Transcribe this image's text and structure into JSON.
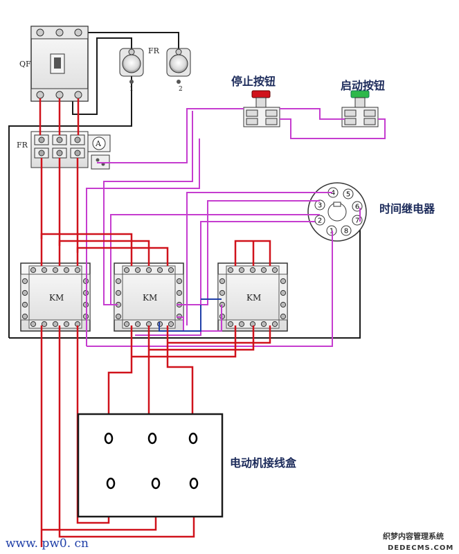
{
  "labels": {
    "qf": "QF",
    "fr_top": "FR",
    "fr_left": "FR",
    "ammeter": "A",
    "fr_terminal_1": "1",
    "fr_terminal_2": "2",
    "stop_button": "停止按钮",
    "start_button": "启动按钮",
    "timer_relay": "时间继电器",
    "motor_box": "电动机接线盒",
    "contactor_1": "KM",
    "contactor_2": "KM",
    "contactor_3": "KM",
    "website": "www. pw0. cn",
    "watermark_cn": "织梦内容管理系统",
    "watermark_en": "DEDECMS.COM"
  },
  "timer_pins": [
    "4",
    "5",
    "6",
    "3",
    "7",
    "2",
    "8",
    "1"
  ],
  "colors": {
    "power_wire": "#d0121b",
    "control_wire": "#c53ccf",
    "neutral_wire": "#1a1a1a",
    "blue_wire": "#1f3fa8",
    "stop_button_cap": "#d0121b",
    "start_button_cap": "#2db84a",
    "label_text": "#1b2a5a",
    "website_text": "#1f3fa8"
  }
}
